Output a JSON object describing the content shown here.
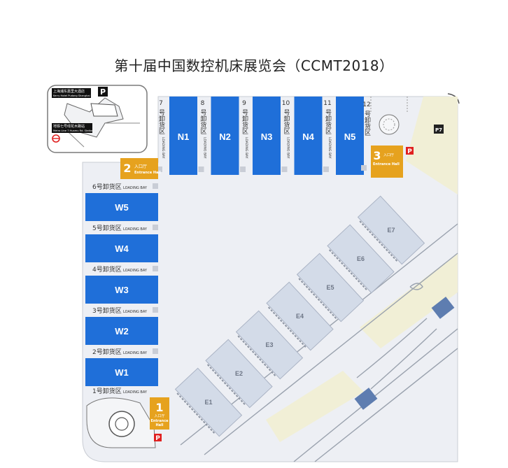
{
  "title": "第十届中国数控机床展览会（CCMT2018）",
  "colors": {
    "hall_blue": "#1f6fd9",
    "hall_grey": "#d3dbe8",
    "entrance_orange": "#e6a21e",
    "parking_red": "#e02020",
    "green_area": "#f1efd6",
    "bus_blue": "#5e7db0",
    "ground": "#edeff4"
  },
  "inset": {
    "hotel_label": "上海浦东嘉里大酒店",
    "hotel_label_en": "Kerry Hotel Pudong Shanghai",
    "metro_label": "地铁七号线花木路站",
    "metro_label_en": "Metro Line 7 Huamu Rd. Station",
    "parking": "P"
  },
  "north_halls": [
    {
      "name": "N1",
      "bay_no": "7",
      "bay_cn": "号卸货区",
      "bay_en": "LOADING BAY"
    },
    {
      "name": "N2",
      "bay_no": "8",
      "bay_cn": "号卸货区",
      "bay_en": "LOADING BAY"
    },
    {
      "name": "N3",
      "bay_no": "9",
      "bay_cn": "号卸货区",
      "bay_en": "LOADING BAY"
    },
    {
      "name": "N4",
      "bay_no": "10",
      "bay_cn": "号卸货区",
      "bay_en": "LOADING BAY"
    },
    {
      "name": "N5",
      "bay_no": "11",
      "bay_cn": "号卸货区",
      "bay_en": "LOADING BAY"
    }
  ],
  "bay_12": {
    "bay_no": "12",
    "bay_cn": "号卸货区"
  },
  "west_halls": [
    {
      "name": "W5",
      "bay_cn": "6号卸货区",
      "bay_en": "LOADING BAY"
    },
    {
      "name": "W4",
      "bay_cn": "5号卸货区",
      "bay_en": "LOADING BAY"
    },
    {
      "name": "W3",
      "bay_cn": "4号卸货区",
      "bay_en": "LOADING BAY"
    },
    {
      "name": "W2",
      "bay_cn": "3号卸货区",
      "bay_en": "LOADING BAY"
    },
    {
      "name": "W1",
      "bay_cn": "2号卸货区",
      "bay_en": "LOADING BAY"
    }
  ],
  "bay_1": {
    "bay_cn": "1号卸货区",
    "bay_en": "LOADING BAY"
  },
  "east_halls": [
    "E1",
    "E2",
    "E3",
    "E4",
    "E5",
    "E6",
    "E7"
  ],
  "entrances": [
    {
      "num": "1",
      "cn": "入口厅",
      "en1": "Entrance",
      "en2": "Hall"
    },
    {
      "num": "2",
      "cn": "入口厅",
      "en": "Entrance Hall"
    },
    {
      "num": "3",
      "cn": "入口厅",
      "en": "Entrance Hall"
    }
  ],
  "parking": {
    "p": "P",
    "p7": "P7"
  }
}
